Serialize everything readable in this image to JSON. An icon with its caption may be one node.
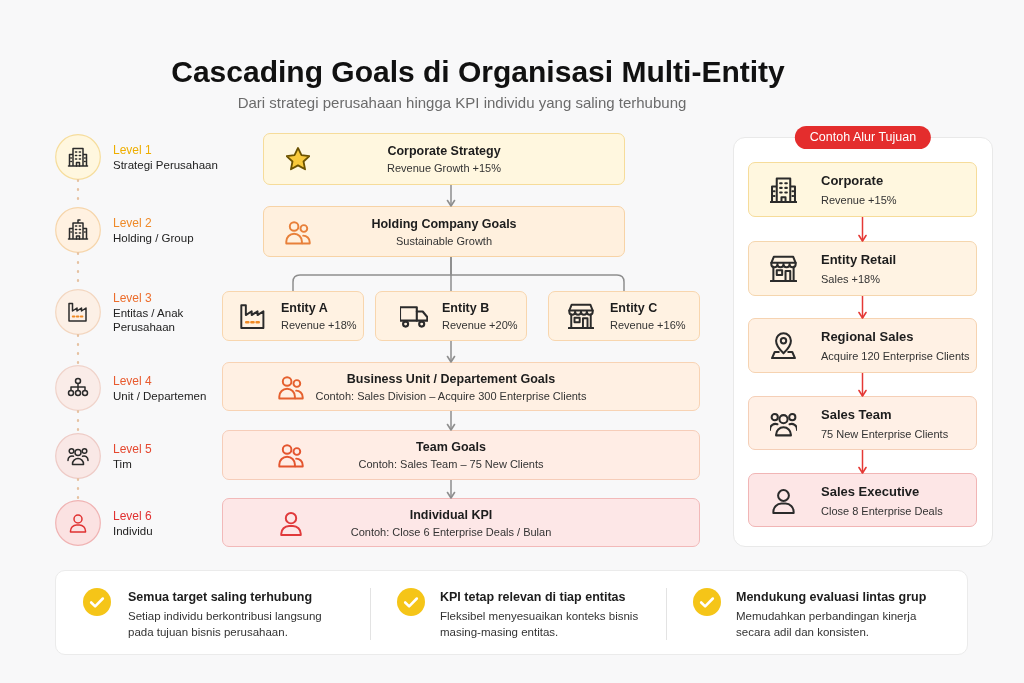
{
  "diagram": {
    "title": "Cascading Goals di Organisasi Multi-Entity",
    "nodes": [
      {
        "text": [
          "Level 1",
          "Strategi Perusahaan"
        ]
      },
      {
        "text": [
          "Level 2",
          "Holding / Group"
        ]
      },
      {
        "text": [
          "Level 3",
          "Entitas / Anak Perusahaan"
        ]
      },
      {
        "text": [
          "Level 4",
          "Unit / Departemen"
        ]
      },
      {
        "text": [
          "Level 5",
          "Tim"
        ]
      },
      {
        "text": [
          "Level 6",
          "Individu"
        ]
      },
      {
        "text": [
          "Corporate Strategy",
          "Revenue Growth +15%"
        ]
      },
      {
        "text": [
          "Holding Company Goals",
          "Sustainable Growth"
        ]
      },
      {
        "text": [
          "Entity A",
          "Revenue +18%"
        ]
      },
      {
        "text": [
          "Entity B",
          "Revenue +20%"
        ]
      },
      {
        "text": [
          "Entity C",
          "Revenue +16%"
        ]
      },
      {
        "text": [
          "Business Unit / Departement Goals",
          "Contoh: Sales Division – Acquire 300 Enterprise Clients"
        ]
      },
      {
        "text": [
          "Team Goals",
          "Contoh: Sales Team – 75 New Clients"
        ]
      },
      {
        "text": [
          "Individual KPI",
          "Contoh: Close 6 Enterprise Deals / Bulan"
        ]
      },
      {
        "text": [
          "Contoh Alur Tujuan"
        ]
      },
      {
        "text": [
          "Corporate",
          "Revenue +15%"
        ],
        "in": 14
      },
      {
        "text": [
          "Entity Retail",
          "Sales +18%"
        ],
        "in": 14
      },
      {
        "text": [
          "Regional Sales",
          "Acquire 120 Enterprise Clients"
        ],
        "in": 14
      },
      {
        "text": [
          "Sales Team",
          "75 New Enterprise Clients"
        ],
        "in": 14
      },
      {
        "text": [
          "Sales Executive",
          "Close 8 Enterprise Deals"
        ],
        "in": 14
      },
      {
        "text": [
          "Semua target saling terhubung",
          "Setiap individu berkontribusi langsung pada tujuan bisnis perusahaan.",
          "KPI tetap relevan di tiap entitas",
          "Fleksibel menyesuaikan konteks bisnis masing-masing entitas.",
          "Mendukung evaluasi lintas grup",
          "Memudahkan perbandingan kinerja secara adil dan konsisten."
        ]
      }
    ],
    "edges": [
      {
        "from": 0,
        "to": 1,
        "arrow": "none",
        "style": "dashed",
        "color": "#e6c2a2"
      },
      {
        "from": 1,
        "to": 2,
        "arrow": "none",
        "style": "dashed",
        "color": "#e6c2a2"
      },
      {
        "from": 2,
        "to": 3,
        "arrow": "none",
        "style": "dashed",
        "color": "#e6c2a2"
      },
      {
        "from": 3,
        "to": 4,
        "arrow": "none",
        "style": "dashed",
        "color": "#e6c2a2"
      },
      {
        "from": 4,
        "to": 5,
        "arrow": "none",
        "style": "dashed",
        "color": "#e6c2a2"
      },
      {
        "from": 6,
        "to": 7,
        "arrow": "to"
      },
      {
        "from": 7,
        "to": 8,
        "arrow": "none"
      },
      {
        "from": 7,
        "to": 9,
        "arrow": "none"
      },
      {
        "from": 7,
        "to": 10,
        "arrow": "none"
      },
      {
        "from": 9,
        "to": 11,
        "arrow": "to"
      },
      {
        "from": 11,
        "to": 12,
        "arrow": "to"
      },
      {
        "from": 12,
        "to": 13,
        "arrow": "to"
      },
      {
        "from": 15,
        "to": 16,
        "arrow": "to",
        "color": "#e53935"
      },
      {
        "from": 16,
        "to": 17,
        "arrow": "to",
        "color": "#e53935"
      },
      {
        "from": 17,
        "to": 18,
        "arrow": "to",
        "color": "#e53935"
      },
      {
        "from": 18,
        "to": 19,
        "arrow": "to",
        "color": "#e53935"
      }
    ],
    "labels": [
      "Dari strategi perusahaan hingga KPI individu yang saling terhubung"
    ]
  }
}
